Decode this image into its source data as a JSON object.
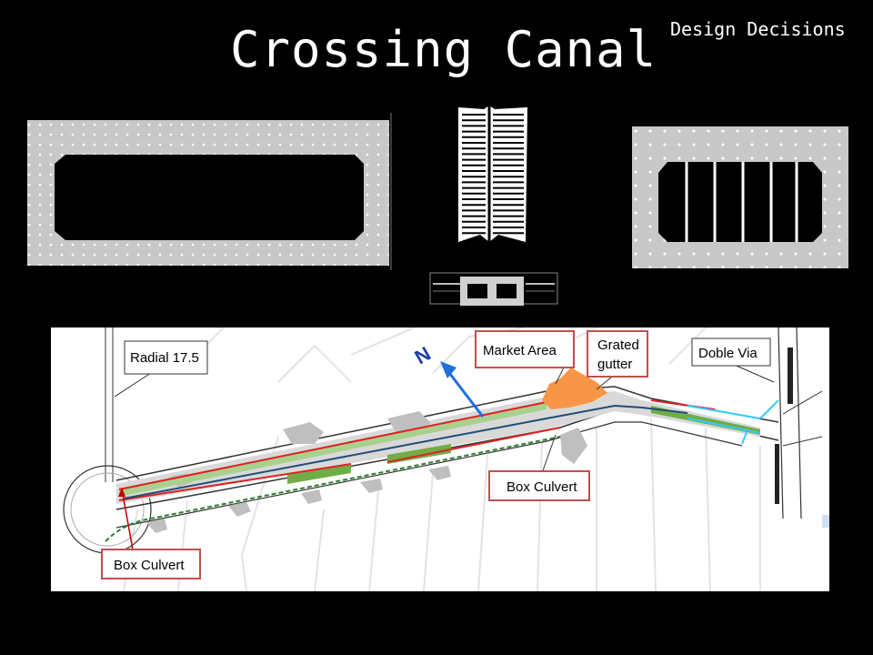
{
  "slide": {
    "title": "Crossing Canal",
    "subtitle": "Design Decisions"
  },
  "plan": {
    "labels": {
      "radial": "Radial 17.5",
      "market": "Market Area",
      "grated_line1": "Grated",
      "grated_line2": "gutter",
      "doble_via": "Doble Via",
      "box_culvert_center": "Box Culvert",
      "box_culvert_left": "Box Culvert",
      "north": "N"
    },
    "colors": {
      "callout_border": "#c0504d",
      "vegetation": "#70ad47",
      "median": "#d9d9d9",
      "culvert_line": "#1f4e79",
      "north_arrow": "#1f6fd8",
      "market_fill": "#f79646",
      "new_lanes": "#33ccff"
    }
  }
}
